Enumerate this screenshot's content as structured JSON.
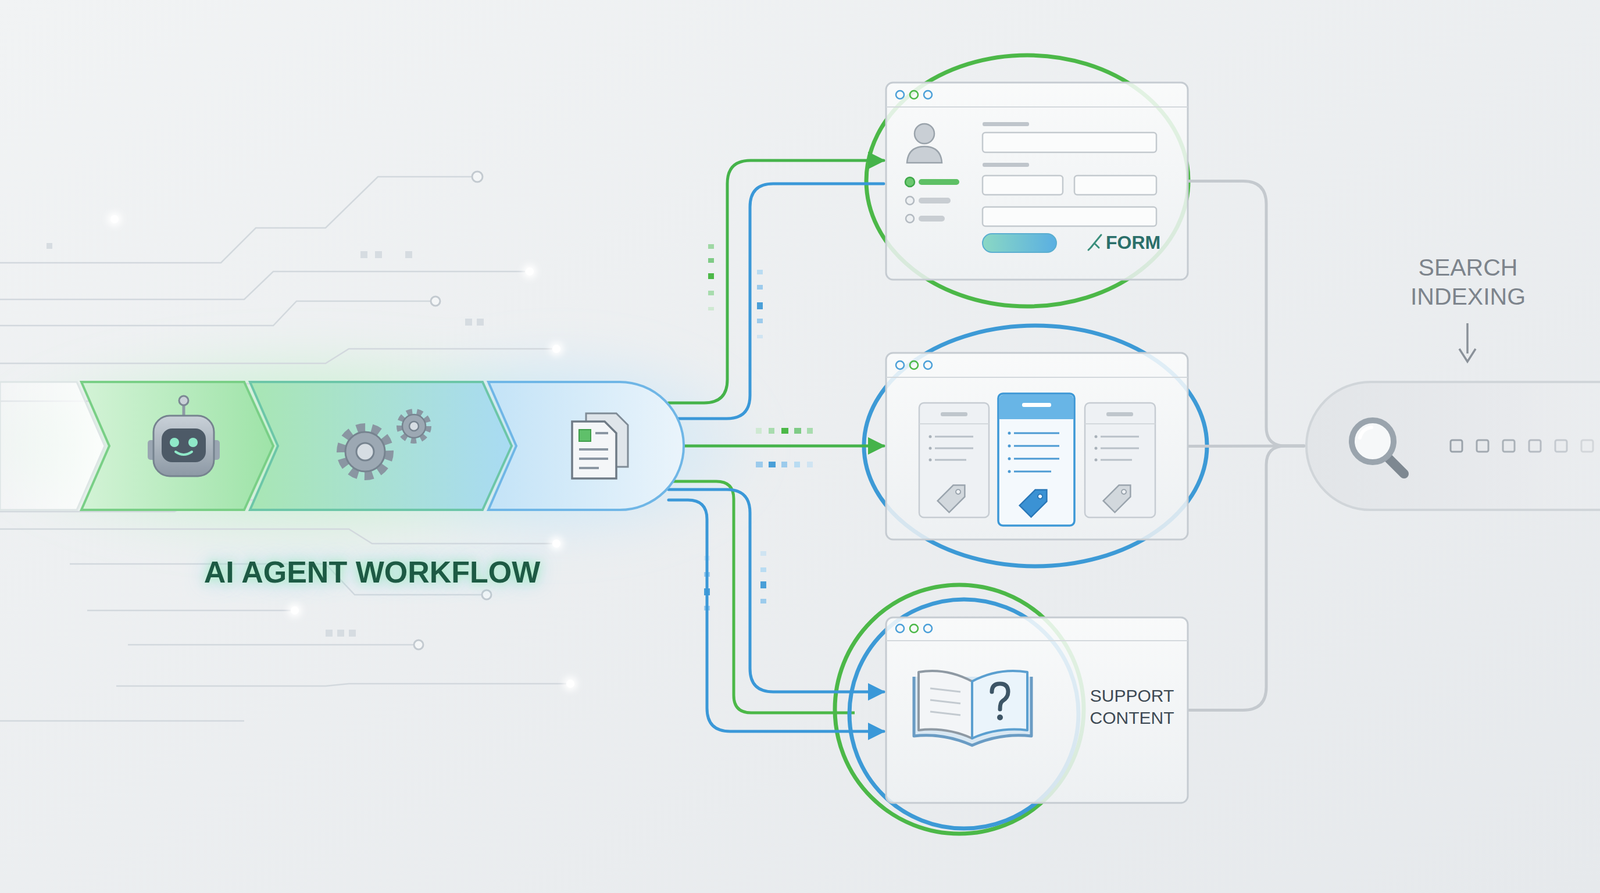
{
  "diagram": {
    "nodes": [
      {
        "text": [
          "AI AGENT WORKFLOW"
        ]
      },
      {
        "text": [
          "FORM"
        ]
      },
      {
        "text": []
      },
      {
        "text": [
          "SUPPORT CONTENT"
        ]
      },
      {
        "text": [
          "SEARCH INDEXING"
        ]
      }
    ],
    "edges": [
      {
        "from": 0,
        "to": 1,
        "arrow": "to"
      },
      {
        "from": 0,
        "to": 1,
        "arrow": "none"
      },
      {
        "from": 0,
        "to": 2,
        "arrow": "to"
      },
      {
        "from": 0,
        "to": 3,
        "arrow": "to"
      },
      {
        "from": 0,
        "to": 3,
        "arrow": "to"
      },
      {
        "from": 1,
        "to": 4,
        "arrow": "none"
      },
      {
        "from": 2,
        "to": 4,
        "arrow": "none"
      },
      {
        "from": 3,
        "to": 4,
        "arrow": "none"
      }
    ]
  }
}
